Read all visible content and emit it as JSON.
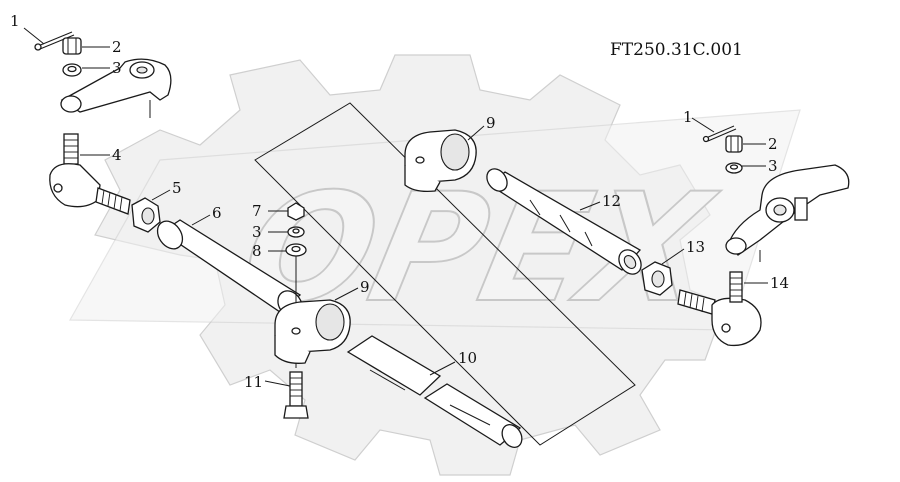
{
  "drawing_code": "FT250.31C.001",
  "watermark_text": "OPEX",
  "callouts": {
    "c1_left": "1",
    "c2_left": "2",
    "c3_left": "3",
    "c4": "4",
    "c5": "5",
    "c6": "6",
    "c7": "7",
    "c3_mid": "3",
    "c8": "8",
    "c9_mid": "9",
    "c11": "11",
    "c10": "10",
    "c9_top": "9",
    "c12": "12",
    "c13": "13",
    "c14": "14",
    "c1_right": "1",
    "c2_right": "2",
    "c3_right": "3"
  }
}
